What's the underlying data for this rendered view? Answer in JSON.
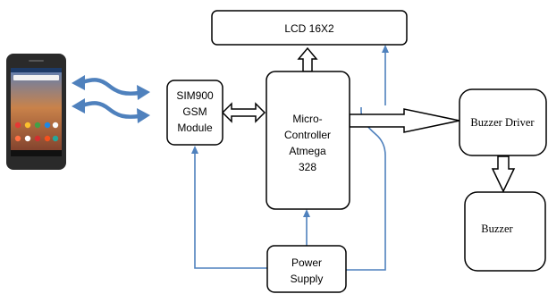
{
  "diagram": {
    "blocks": {
      "lcd": "LCD 16X2",
      "gsm": [
        "SIM900",
        "GSM",
        "Module"
      ],
      "mcu": [
        "Micro-",
        "Controller",
        "Atmega",
        "328"
      ],
      "buzzer_driver": "Buzzer Driver",
      "buzzer": "Buzzer",
      "power": [
        "Power",
        "Supply"
      ]
    },
    "colors": {
      "box_stroke": "#000000",
      "power_wire": "#4f81bd",
      "wireless_arrow": "#4f81bd",
      "phone_body": "#2a2a2a"
    },
    "icons": {
      "phone": "smartphone-icon",
      "wireless": "wireless-signal-icon"
    }
  }
}
